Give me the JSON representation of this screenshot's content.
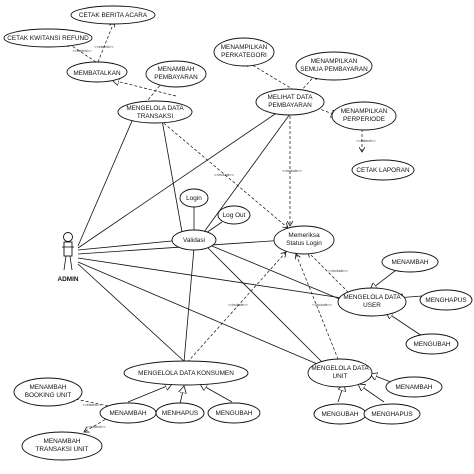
{
  "actor": {
    "name": "ADMIN"
  },
  "use_cases": {
    "cetak_berita_acara": "CETAK BERITA ACARA",
    "cetak_kwitansi_refund": "CETAK KWITANSI REFUND",
    "membatalkan": "MEMBATALKAN",
    "menambah_pembayaran": [
      "MENAMBAH",
      "PEMBAYARAN"
    ],
    "mengelola_data_transaksi": [
      "MENGELOLA DATA",
      "TRANSAKSI"
    ],
    "menampilkan_perkategori": [
      "MENAMPILKAN",
      "PERKATEGORI"
    ],
    "menampilkan_semua_pembayaran": [
      "MENAMPILKAN",
      "SEMUA PEMBAYARAN"
    ],
    "melihat_data_pembayaran": [
      "MELIHAT DATA",
      "PEMBAYARAN"
    ],
    "menampilkan_perperiode": [
      "MENAMPILKAN",
      "PERPERIODE"
    ],
    "cetak_laporan": "CETAK LAPORAN",
    "login": "Login",
    "logout": "Log Out",
    "validasi": "Validasi",
    "memeriksa_status_login": [
      "Memeriksa",
      "Status Login"
    ],
    "user_menambah": "MENAMBAH",
    "mengelola_data_user": [
      "MENGELOLA DATA",
      "USER"
    ],
    "user_menghapus": "MENGHAPUS",
    "user_mengubah": "MENGUBAH",
    "mengelola_data_konsumen": "MENGELOLA DATA KONSUMEN",
    "konsumen_menambah": "MENAMBAH",
    "konsumen_menghapus": "MENHAPUS",
    "konsumen_mengubah": "MENGUBAH",
    "menambah_booking_unit": [
      "MENAMBAH",
      "BOOKING UNIT"
    ],
    "menambah_transaksi_unit": [
      "MENAMBAH",
      "TRANSAKSI UNIT"
    ],
    "mengelola_data_unit": [
      "MENGELOLA DATA",
      "UNIT"
    ],
    "unit_menambah": "MENAMBAH",
    "unit_mengubah": "MENGUBAH",
    "unit_menghapus": "MENGHAPUS"
  },
  "stereotypes": {
    "extend": "<<extend>>",
    "include": "<<include>>"
  }
}
